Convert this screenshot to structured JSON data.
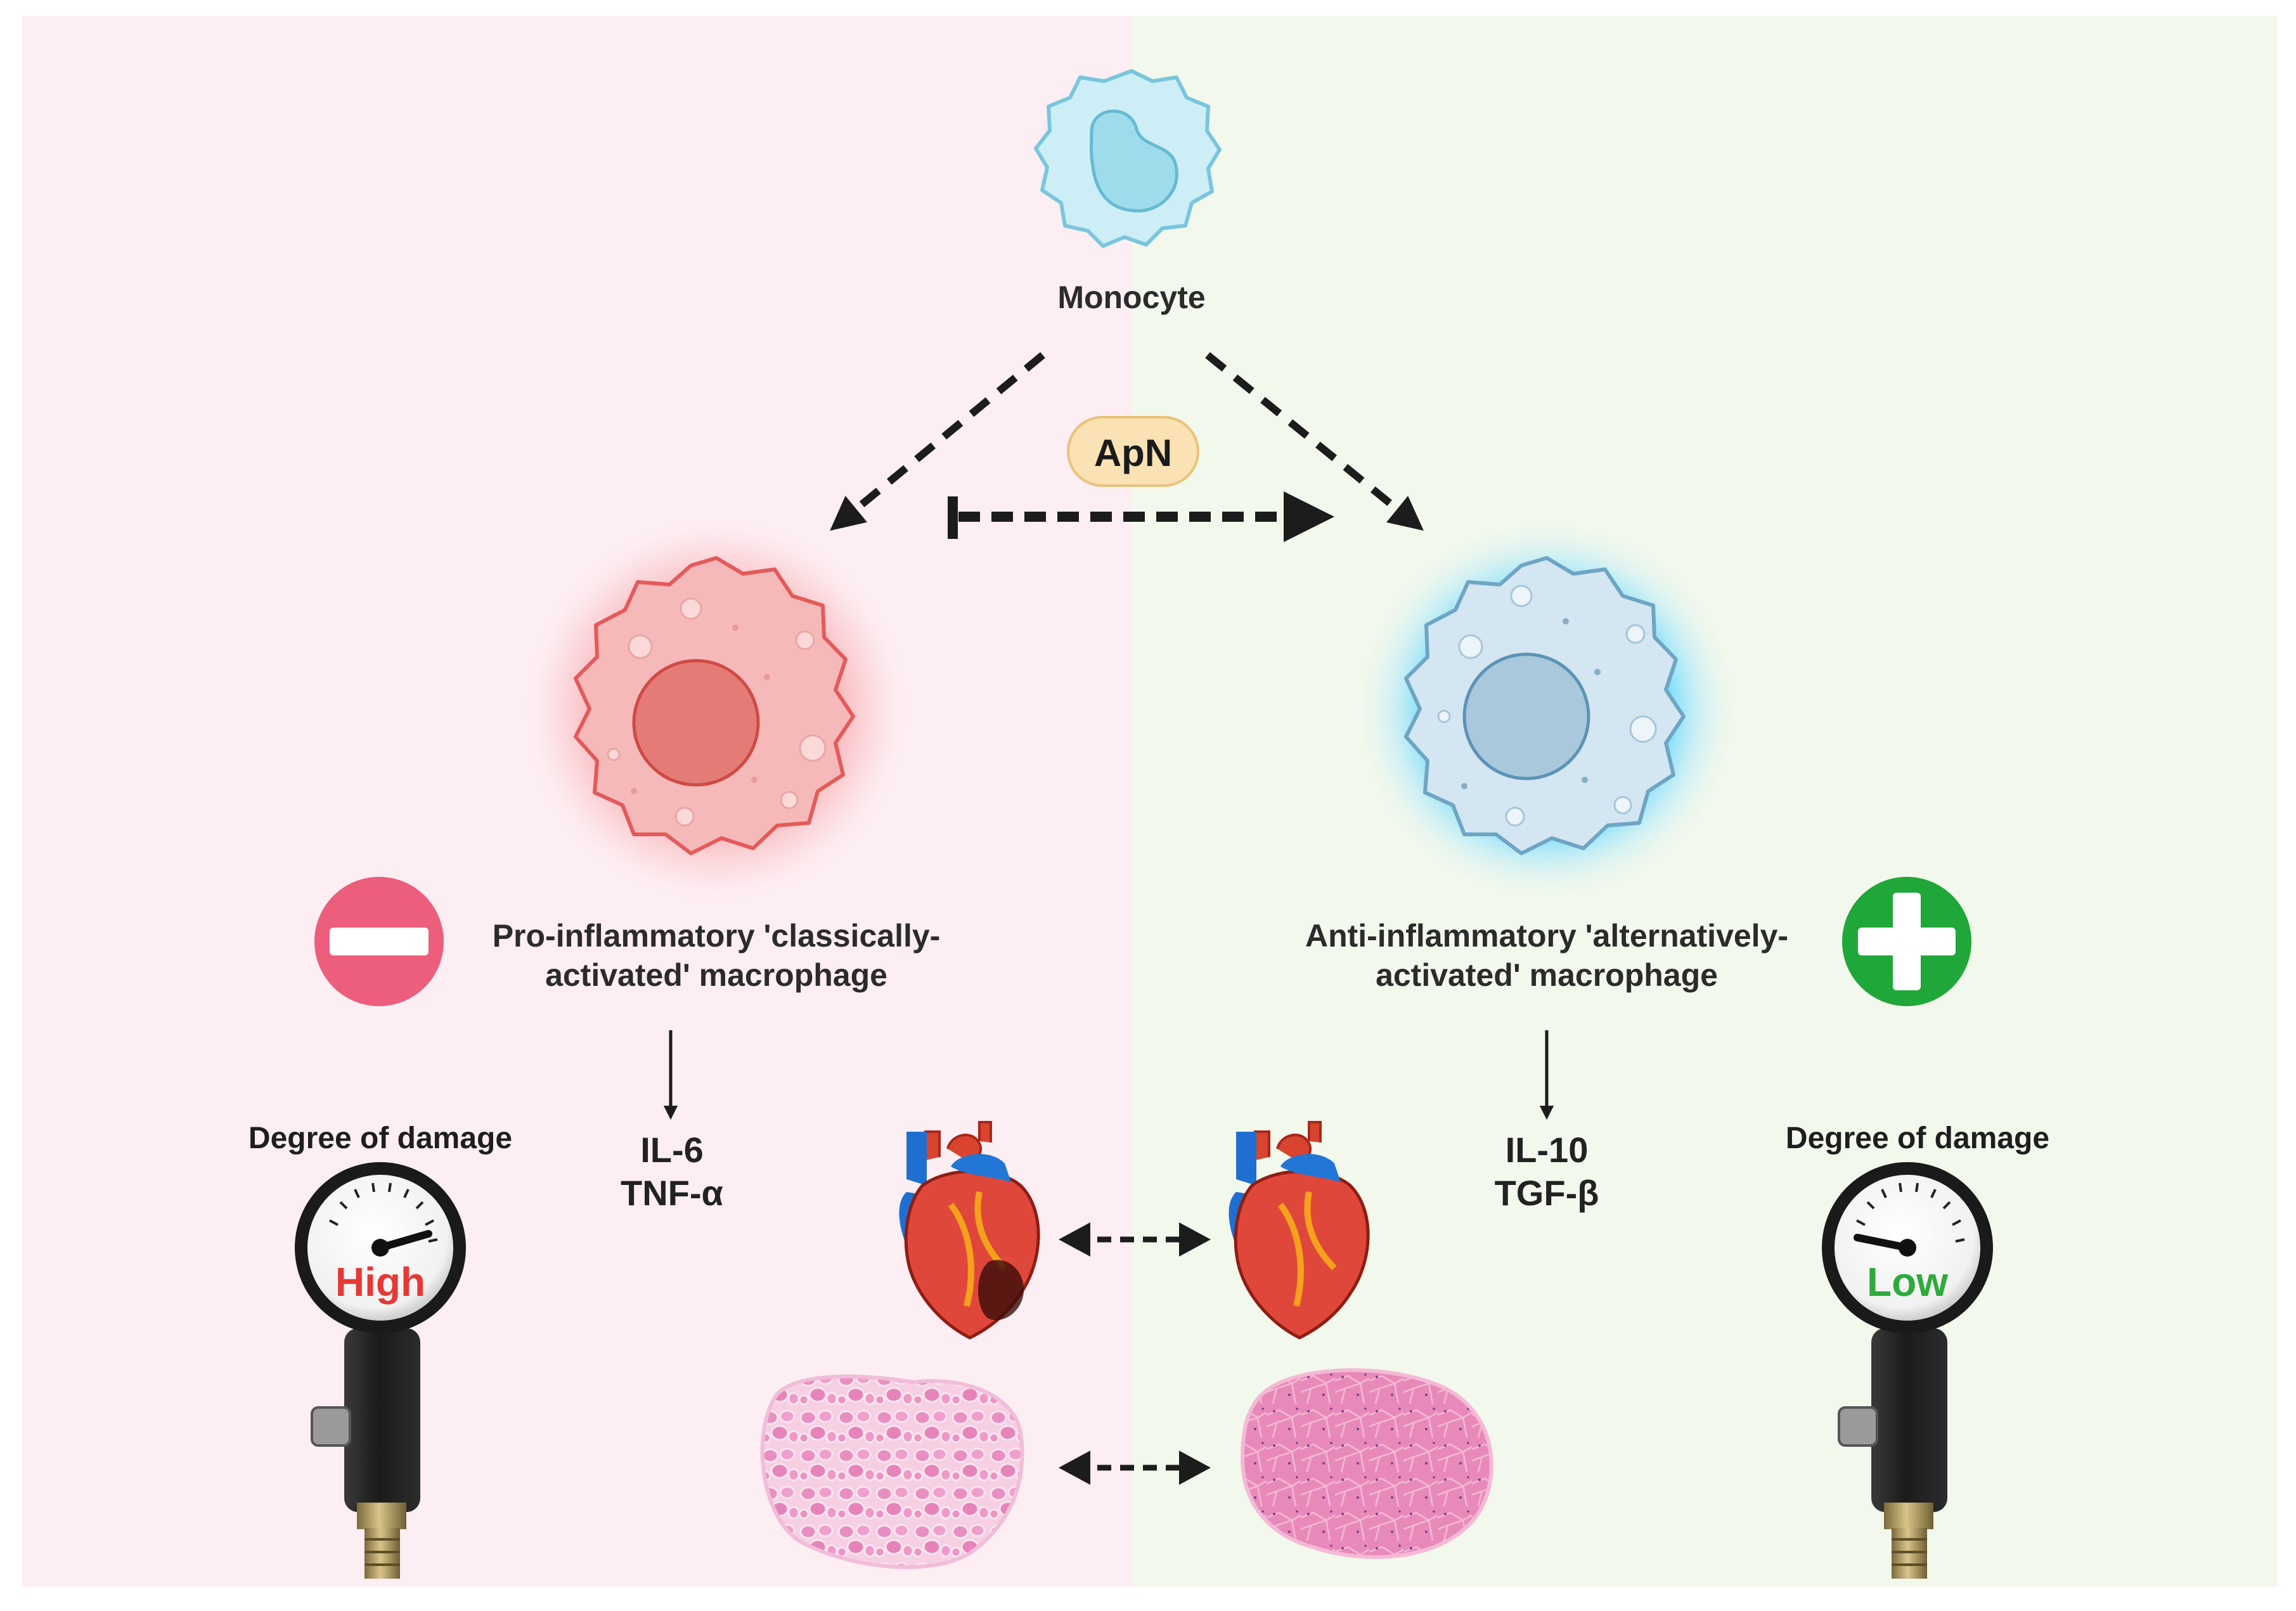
{
  "monocyte": {
    "label": "Monocyte"
  },
  "regulator": {
    "label": "ApN"
  },
  "pro": {
    "title_line1": "Pro-inflammatory 'classically-",
    "title_line2": "activated' macrophage",
    "cytokines": [
      "IL-6",
      "TNF-α"
    ],
    "damage_title": "Degree of damage",
    "gauge_value": "High",
    "gauge_color": "#e53935",
    "panel_color": "#fdeef3",
    "sign": "minus"
  },
  "anti": {
    "title_line1": "Anti-inflammatory 'alternatively-",
    "title_line2": "activated' macrophage",
    "cytokines": [
      "IL-10",
      "TGF-β"
    ],
    "damage_title": "Degree of damage",
    "gauge_value": "Low",
    "gauge_color": "#2eaa3c",
    "panel_color": "#f3f8ec",
    "sign": "plus"
  },
  "icons": [
    "monocyte-cell",
    "pro-inflammatory-macrophage",
    "anti-inflammatory-macrophage",
    "minus-icon",
    "plus-icon",
    "heart-damaged",
    "heart-healthy",
    "muscle-tissue-damaged",
    "muscle-tissue-healthy",
    "pressure-gauge-icon"
  ]
}
